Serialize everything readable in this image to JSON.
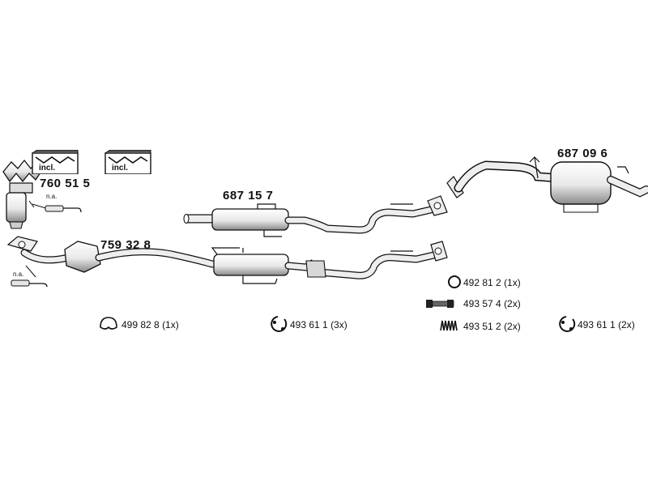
{
  "parts": {
    "manifold_catalyst": "760 51 5",
    "front_pipe_catalyst": "759 32 8",
    "middle_silencer": "687 15 7",
    "rear_silencer": "687 09 6"
  },
  "notes": {
    "na_top": "n.a.",
    "na_bottom": "n.a.",
    "incl_1": "incl.",
    "incl_2": "incl."
  },
  "accessories": [
    {
      "code": "499 82 8",
      "qty": "(1x)",
      "icon": "ring-gasket-icon"
    },
    {
      "code": "493 61 1",
      "qty": "(3x)",
      "icon": "pipe-clamp-icon"
    },
    {
      "code": "492 81 2",
      "qty": "(1x)",
      "icon": "o-ring-icon"
    },
    {
      "code": "493 57 4",
      "qty": "(2x)",
      "icon": "bolt-icon"
    },
    {
      "code": "493 51 2",
      "qty": "(2x)",
      "icon": "spring-icon"
    },
    {
      "code": "493 61 1",
      "qty": "(2x)",
      "icon": "pipe-clamp-icon"
    }
  ]
}
